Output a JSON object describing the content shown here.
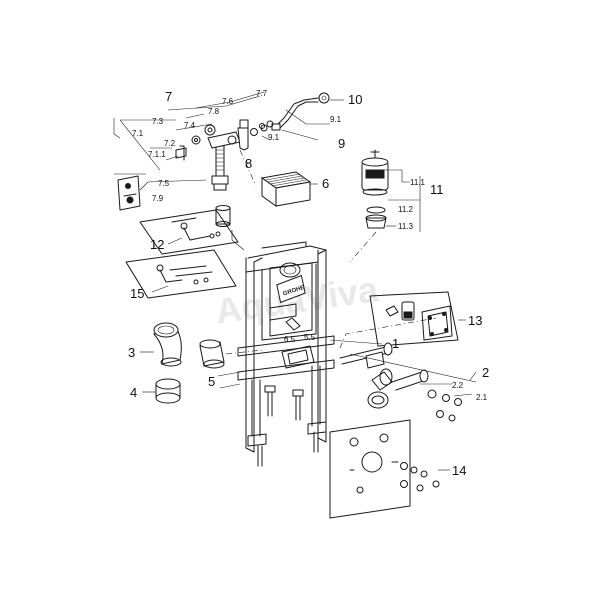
{
  "diagram": {
    "brand_plate": "GROHE",
    "watermark": "AquaViva",
    "callouts": {
      "c1": "1",
      "c2": "2",
      "c2_1": "2.1",
      "c2_2": "2.2",
      "c3": "3",
      "c4": "4",
      "c5": "5",
      "c6": "6",
      "c7": "7",
      "c7_1": "7.1",
      "c7_1_1": "7.1.1",
      "c7_2": "7.2",
      "c7_3": "7.3",
      "c7_4": "7.4",
      "c7_5": "7.5",
      "c7_6": "7.6",
      "c7_7": "7.7",
      "c7_8": "7.8",
      "c7_9": "7.9",
      "c8": "8",
      "c9": "9",
      "c9_1a": "9.1",
      "c9_1b": "9.1",
      "c10": "10",
      "c11": "11",
      "c11_1": "11.1",
      "c11_2": "11.2",
      "c11_3": "11.3",
      "c12": "12",
      "c13": "13",
      "c14": "14",
      "c15": "15"
    },
    "dims": {
      "d1": "6.5",
      "d2": "5.5"
    }
  }
}
